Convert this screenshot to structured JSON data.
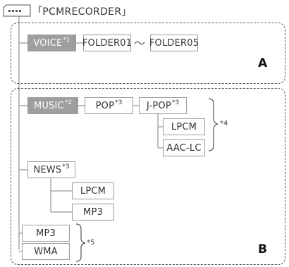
{
  "root": {
    "label": "「PCMRECORDER」"
  },
  "region_a": {
    "letter": "A",
    "voice": {
      "label": "VOICE",
      "note": "*1"
    },
    "folder_first": "FOLDER01",
    "range_mark": "〜",
    "folder_last": "FOLDER05"
  },
  "region_b": {
    "letter": "B",
    "music": {
      "label": "MUSIC",
      "note": "*2"
    },
    "pop": {
      "label": "POP",
      "note": "*3"
    },
    "jpop": {
      "label": "J-POP",
      "note": "*3"
    },
    "jpop_children": [
      "LPCM",
      "AAC-LC"
    ],
    "jpop_brace_note": "*4",
    "news": {
      "label": "NEWS",
      "note": "*3"
    },
    "news_children": [
      "LPCM",
      "MP3"
    ],
    "root_files": [
      "MP3",
      "WMA"
    ],
    "root_files_brace_note": "*5"
  }
}
